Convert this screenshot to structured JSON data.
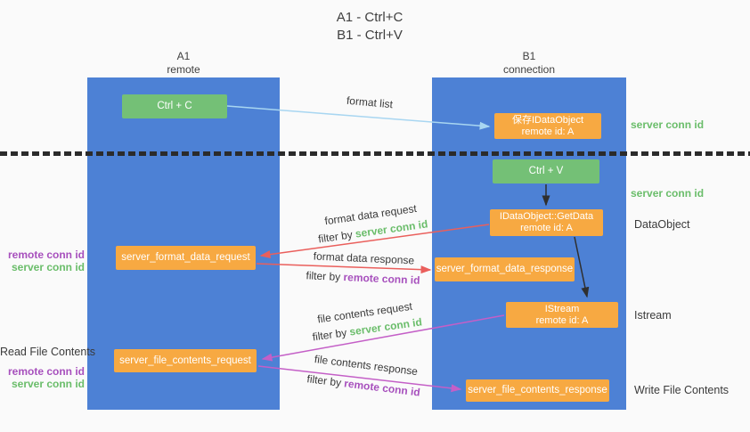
{
  "title": {
    "line1": "A1 - Ctrl+C",
    "line2": "B1 - Ctrl+V"
  },
  "lifelines": {
    "a1": {
      "name": "A1",
      "role": "remote"
    },
    "b1": {
      "name": "B1",
      "role": "connection"
    }
  },
  "nodes": {
    "ctrl_c": {
      "label": "Ctrl + C"
    },
    "ctrl_v": {
      "label": "Ctrl + V"
    },
    "save_dataobject": {
      "line1": "保存IDataObject",
      "line2": "remote id: A"
    },
    "getdata": {
      "line1": "IDataObject::GetData",
      "line2": "remote id: A"
    },
    "istream": {
      "line1": "IStream",
      "line2": "remote id: A"
    },
    "format_request": {
      "label": "server_format_data_request"
    },
    "format_response": {
      "label": "server_format_data_response"
    },
    "file_request": {
      "label": "server_file_contents_request"
    },
    "file_response": {
      "label": "server_file_contents_response"
    }
  },
  "arrow_labels": {
    "format_list": "format list",
    "format_data_request": "format data request",
    "format_data_response": "format data response",
    "file_contents_request": "file contents request",
    "file_contents_response": "file contents response",
    "filter_by": "filter by ",
    "server_conn_id": "server conn id",
    "remote_conn_id": "remote conn id"
  },
  "side_labels": {
    "server_conn_id": "server conn id",
    "remote_conn_id": "remote conn id",
    "dataobject": "DataObject",
    "istream": "Istream",
    "read_file_contents": "Read File Contents",
    "write_file_contents": "Write File Contents"
  },
  "colors": {
    "bg": "#fafafa",
    "lifeline_blue": "#4d81d5",
    "node_green": "#74c076",
    "node_orange": "#f7a942",
    "text_green": "#6abd6a",
    "text_purple": "#a750bd",
    "arrow_red": "#ea5f5c",
    "arrow_magenta": "#c45fc7",
    "arrow_blue": "#a8d6f1",
    "arrow_black": "#2f2f2f"
  }
}
